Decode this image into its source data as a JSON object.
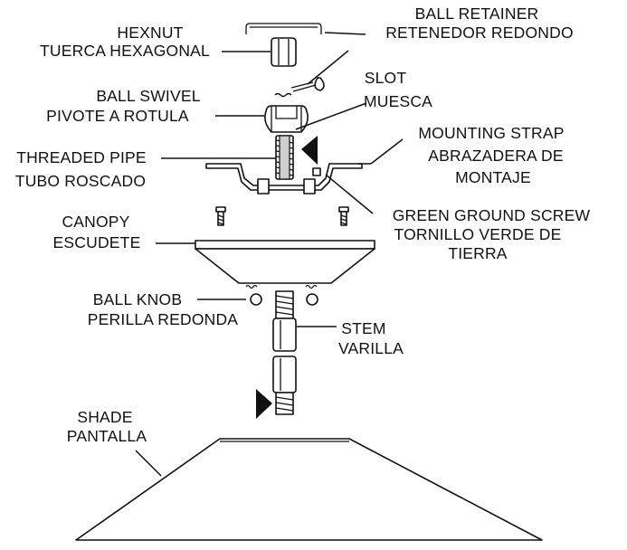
{
  "labels": {
    "hexnut": {
      "en": "HEXNUT",
      "es": "TUERCA HEXAGONAL"
    },
    "ball_retainer": {
      "en": "BALL RETAINER",
      "es": "RETENEDOR REDONDO"
    },
    "slot": {
      "en": "SLOT",
      "es": "MUESCA"
    },
    "ball_swivel": {
      "en": "BALL SWIVEL",
      "es": "PIVOTE A ROTULA"
    },
    "mounting_strap": {
      "en": "MOUNTING STRAP",
      "es_1": "ABRAZADERA DE",
      "es_2": "MONTAJE"
    },
    "threaded_pipe": {
      "en": "THREADED PIPE",
      "es": "TUBO ROSCADO"
    },
    "green_ground_screw": {
      "en": "GREEN GROUND SCREW",
      "es_1": "TORNILLO VERDE DE",
      "es_2": "TIERRA"
    },
    "canopy": {
      "en": "CANOPY",
      "es": "ESCUDETE"
    },
    "ball_knob": {
      "en": "BALL KNOB",
      "es": "PERILLA REDONDA"
    },
    "stem": {
      "en": "STEM",
      "es": "VARILLA"
    },
    "shade": {
      "en": "SHADE",
      "es": "PANTALLA"
    }
  },
  "colors": {
    "ink": "#111111",
    "paper": "#ffffff",
    "accent_grey": "#cfcfcf"
  }
}
